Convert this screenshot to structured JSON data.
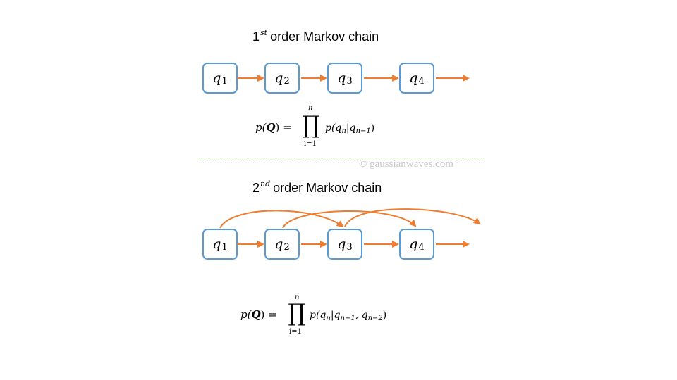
{
  "colors": {
    "node_border": "#5b9bd5",
    "arrow": "#ed7d31",
    "divider": "#70ad47",
    "watermark": "#c8c8c8"
  },
  "first_order": {
    "title_num": "1",
    "title_sup": "st",
    "title_text": "order Markov chain",
    "nodes": [
      {
        "sym": "q",
        "sub": "1"
      },
      {
        "sym": "q",
        "sub": "2"
      },
      {
        "sym": "q",
        "sub": "3"
      },
      {
        "sym": "q",
        "sub": "4"
      }
    ],
    "formula": {
      "lhs_p": "p(",
      "lhs_Q": "Q",
      "lhs_end": ") =",
      "prod_symbol": "∏",
      "upper": "n",
      "lower": "i=1",
      "rhs_p": "p(q",
      "rhs_n": "n",
      "rhs_bar": "|q",
      "rhs_n1": "n−1",
      "rhs_end": ")"
    }
  },
  "watermark": "© gaussianwaves.com",
  "second_order": {
    "title_num": "2",
    "title_sup": "nd",
    "title_text": "order Markov chain",
    "nodes": [
      {
        "sym": "q",
        "sub": "1"
      },
      {
        "sym": "q",
        "sub": "2"
      },
      {
        "sym": "q",
        "sub": "3"
      },
      {
        "sym": "q",
        "sub": "4"
      }
    ],
    "formula": {
      "lhs_p": "p(",
      "lhs_Q": "Q",
      "lhs_end": ") =",
      "prod_symbol": "∏",
      "upper": "n",
      "lower": "i=1",
      "rhs_p": "p(q",
      "rhs_n": "n",
      "rhs_bar": "|q",
      "rhs_n1": "n−1",
      "rhs_comma": ", q",
      "rhs_n2": "n−2",
      "rhs_end": ")"
    }
  }
}
